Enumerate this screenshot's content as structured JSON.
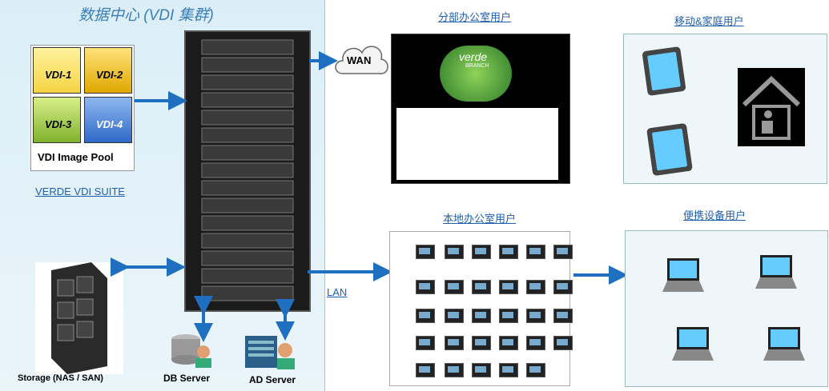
{
  "datacenter": {
    "title": "数据中心 (VDI 集群)",
    "pool_label": "VDI Image Pool",
    "tiles": [
      "VDI-1",
      "VDI-2",
      "VDI-3",
      "VDI-4"
    ],
    "suite_link": "VERDE VDI SUITE",
    "storage_label": "Storage (NAS / SAN)",
    "db_label": "DB Server",
    "ad_label": "AD Server"
  },
  "network": {
    "wan": "WAN",
    "lan": "LAN"
  },
  "branch": {
    "title": "分部办公室用户",
    "logo_text": "verde",
    "logo_sub": "BRANCH"
  },
  "mobile": {
    "title": "移动&家庭用户"
  },
  "local": {
    "title": "本地办公室用户"
  },
  "portable": {
    "title": "便携设备用户"
  },
  "colors": {
    "accent": "#1f6fc0",
    "panel_bg": "#dbeef7",
    "tile1": "#f5d442",
    "tile2": "#f5c400",
    "tile3": "#9ccc3c",
    "tile4": "#3f7fd8"
  }
}
